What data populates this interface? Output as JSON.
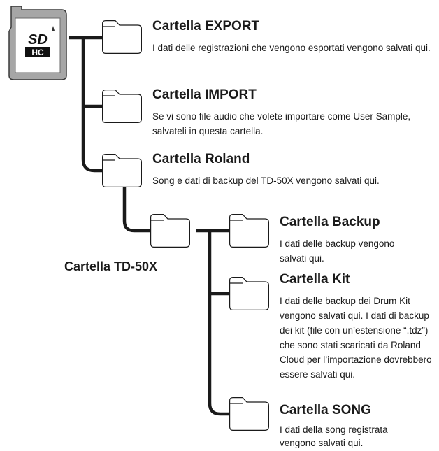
{
  "sd_card": {
    "logo_top": "SD",
    "logo_bottom": "HC"
  },
  "folders": {
    "export": {
      "title": "Cartella EXPORT",
      "desc": "I dati delle registrazioni che vengono esportati vengono salvati qui."
    },
    "import": {
      "title": "Cartella IMPORT",
      "desc": "Se vi sono file audio che volete importare come User Sample, salvateli in questa cartella."
    },
    "roland": {
      "title": "Cartella Roland",
      "desc": "Song e dati di backup del TD-50X vengono salvati qui."
    },
    "td50x": {
      "title": "Cartella TD-50X"
    },
    "backup": {
      "title": "Cartella Backup",
      "desc": "I dati delle backup vengono salvati qui."
    },
    "kit": {
      "title": "Cartella Kit",
      "desc": "I dati delle backup dei Drum Kit vengono salvati qui. I dati di backup dei kit (file con un’estensione “.tdz”) che sono stati scaricati da Roland Cloud per l’importazione dovrebbero essere salvati qui."
    },
    "song": {
      "title": "Cartella SONG",
      "desc": "I dati della song registrata vengono salvati qui."
    }
  }
}
